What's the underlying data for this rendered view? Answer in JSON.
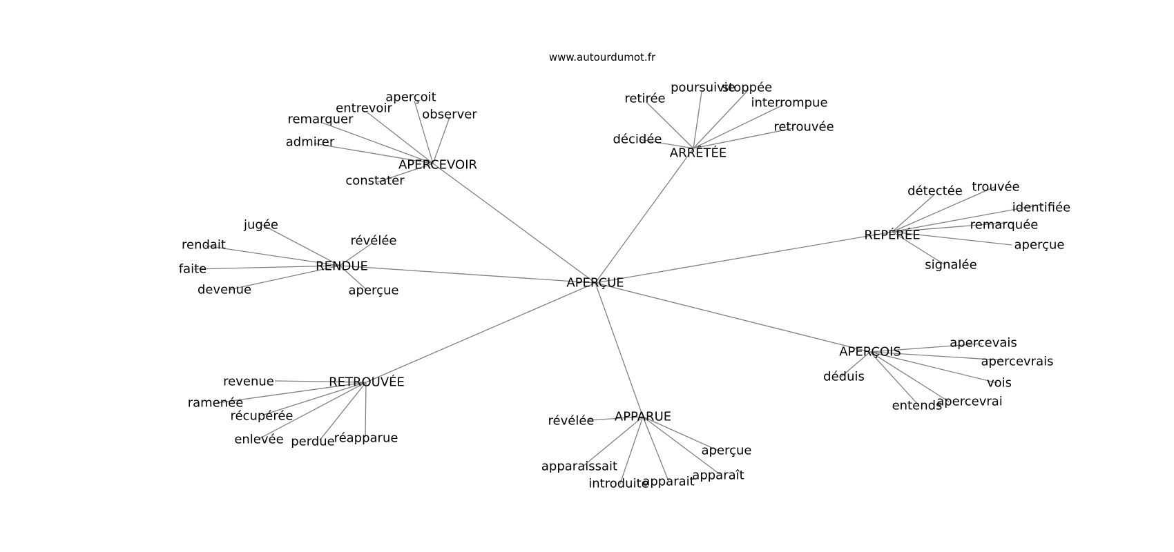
{
  "header": {
    "site": "www.autourdumot.fr"
  },
  "graph": {
    "center": "APERÇUE",
    "groups": [
      {
        "hub": "APERCEVOIR",
        "leaves": [
          "aperçoit",
          "entrevoir",
          "observer",
          "remarquer",
          "admirer",
          "constater"
        ]
      },
      {
        "hub": "ARRÊTÉE",
        "leaves": [
          "retirée",
          "poursuivie",
          "stoppée",
          "interrompue",
          "retrouvée",
          "décidée"
        ]
      },
      {
        "hub": "REPÉRÉE",
        "leaves": [
          "détectée",
          "trouvée",
          "identifiée",
          "remarquée",
          "aperçue",
          "signalée"
        ]
      },
      {
        "hub": "RENDUE",
        "leaves": [
          "jugée",
          "rendait",
          "révélée",
          "faite",
          "devenue",
          "aperçue"
        ]
      },
      {
        "hub": "APERÇOIS",
        "leaves": [
          "apercevais",
          "apercevrais",
          "déduis",
          "vois",
          "apercevrai",
          "entends"
        ]
      },
      {
        "hub": "RETROUVÉE",
        "leaves": [
          "revenue",
          "ramenée",
          "récupérée",
          "enlevée",
          "perdue",
          "réapparue"
        ]
      },
      {
        "hub": "APPARUE",
        "leaves": [
          "révélée",
          "aperçue",
          "apparaissait",
          "introduite",
          "apparait",
          "apparaît"
        ]
      }
    ]
  }
}
